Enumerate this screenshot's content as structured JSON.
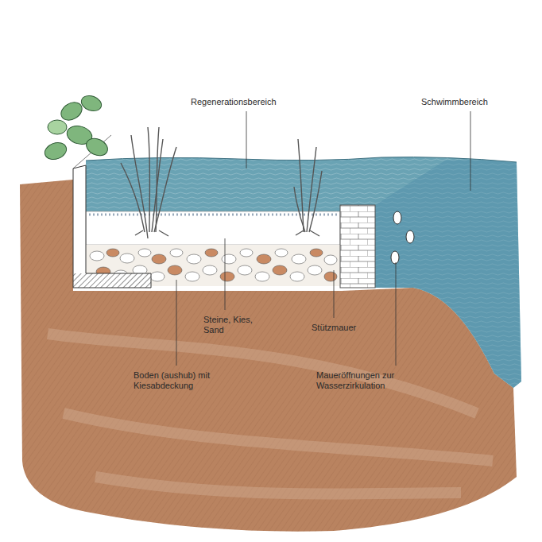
{
  "diagram": {
    "labels": [
      "Regenerationsbereich",
      "Schwimmbereich",
      "Steine, Kies, Sand",
      "Stützmauer",
      "Boden (aushub) mit Kiesabdeckung",
      "Maueröffnungen zur Wasserzirkulation"
    ]
  }
}
